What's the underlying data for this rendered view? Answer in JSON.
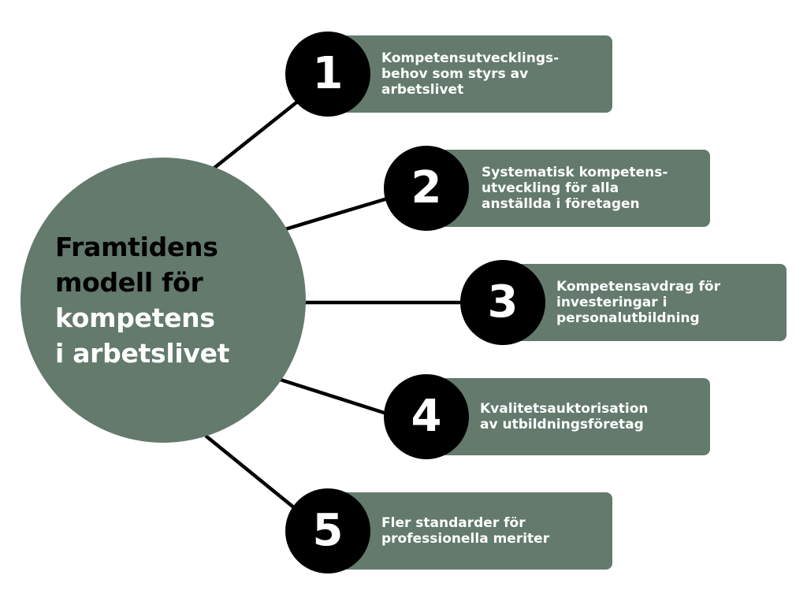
{
  "colors": {
    "accent": "#637a6d",
    "badge": "#000000",
    "text_light": "#ffffff",
    "text_dark": "#000000"
  },
  "hub": {
    "title_lines": [
      "Framtidens",
      "modell för",
      "kompetens",
      "i arbetslivet"
    ]
  },
  "items": [
    {
      "number": "1",
      "text": "Kompetensutvecklings-\nbehov som styrs av\narbetslivet"
    },
    {
      "number": "2",
      "text": "Systematisk kompetens-\nutveckling för alla\nanställda i företagen"
    },
    {
      "number": "3",
      "text": "Kompetensavdrag för\ninvesteringar i\npersonalutbildning"
    },
    {
      "number": "4",
      "text": "Kvalitetsauktorisation\nav utbildningsföretag"
    },
    {
      "number": "5",
      "text": "Fler standarder för\nprofessionella meriter"
    }
  ]
}
